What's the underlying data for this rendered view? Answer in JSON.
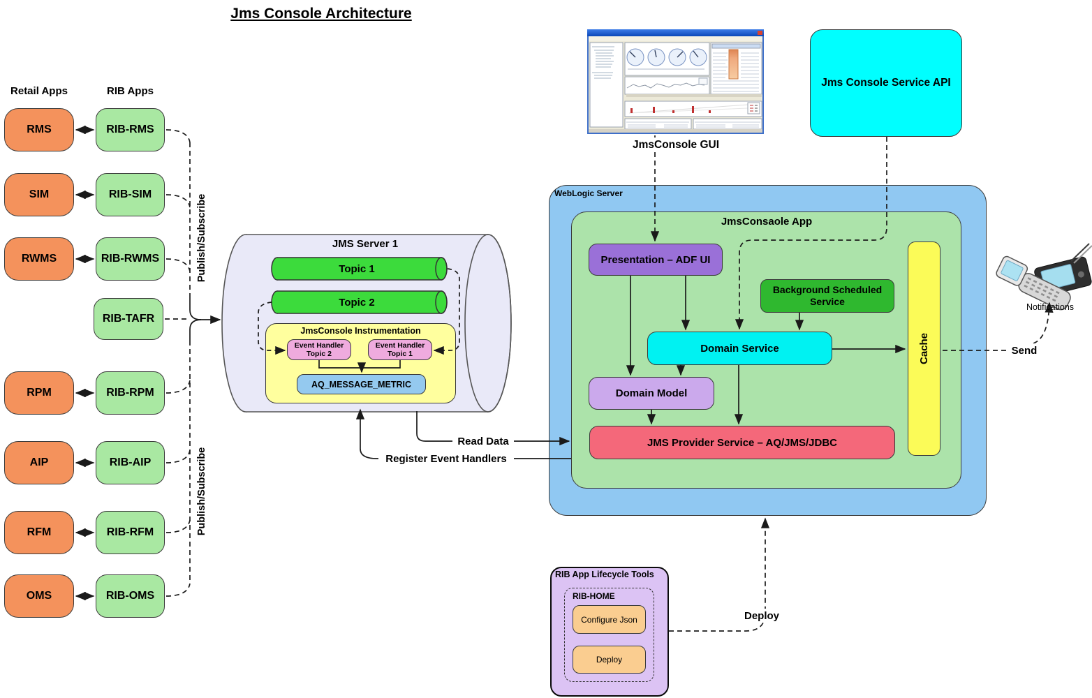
{
  "title": "Jms Console Architecture",
  "headers": {
    "retail_apps": "Retail Apps",
    "rib_apps": "RIB Apps"
  },
  "app_pairs": [
    {
      "retail": "RMS",
      "rib": "RIB-RMS"
    },
    {
      "retail": "SIM",
      "rib": "RIB-SIM"
    },
    {
      "retail": "RWMS",
      "rib": "RIB-RWMS"
    },
    {
      "retail": "RPM",
      "rib": "RIB-RPM"
    },
    {
      "retail": "AIP",
      "rib": "RIB-AIP"
    },
    {
      "retail": "RFM",
      "rib": "RIB-RFM"
    },
    {
      "retail": "OMS",
      "rib": "RIB-OMS"
    }
  ],
  "rib_tafr": "RIB-TAFR",
  "connections": {
    "publish_subscribe_upper": "Publish/Subscribe",
    "publish_subscribe_lower": "Publish/Subscribe",
    "read_data": "Read Data",
    "register_event_handlers": "Register Event Handlers",
    "deploy": "Deploy",
    "send": "Send",
    "notifications": "Notifications"
  },
  "jms_server": {
    "title": "JMS Server 1",
    "topic1": "Topic 1",
    "topic2": "Topic 2",
    "instrumentation_title": "JmsConsole Instrumentation",
    "event_handler_topic2": {
      "line1": "Event Handler",
      "line2": "Topic 2"
    },
    "event_handler_topic1": {
      "line1": "Event Handler",
      "line2": "Topic 1"
    },
    "metric": "AQ_MESSAGE_METRIC"
  },
  "gui": {
    "label": "JmsConsole GUI"
  },
  "api": {
    "label": "Jms Console Service API"
  },
  "weblogic": {
    "label": "WebLogic Server",
    "app_label": "JmsConsaole App",
    "presentation": "Presentation – ADF UI",
    "background_service": {
      "line1": "Background Scheduled",
      "line2": "Service"
    },
    "domain_service": "Domain Service",
    "domain_model": "Domain Model",
    "jms_provider": "JMS Provider Service – AQ/JMS/JDBC",
    "cache": "Cache"
  },
  "lifecycle": {
    "title": "RIB App Lifecycle Tools",
    "home_label": "RIB-HOME",
    "configure_button": "Configure Json",
    "deploy_button": "Deploy"
  },
  "colors": {
    "retail_app": "#F4925C",
    "rib_app": "#A9E8A2",
    "topic_cylinder": "#3CDB3C",
    "instrumentation": "#FFFF9E",
    "event_handler": "#EFABDE",
    "metric_table": "#94C9EF",
    "jms_server_cylinder": "#E9E9F8",
    "weblogic": "#90C8F2",
    "app_container": "#ACE3AA",
    "presentation": "#9A70D8",
    "background_service": "#2FB82F",
    "domain_service": "#00F2F2",
    "domain_model": "#CBA9EC",
    "jms_provider": "#F4687A",
    "cache": "#FBFB58",
    "api": "#00FFFF",
    "lifecycle": "#DCC3F4",
    "lifecycle_button": "#FACD90"
  }
}
